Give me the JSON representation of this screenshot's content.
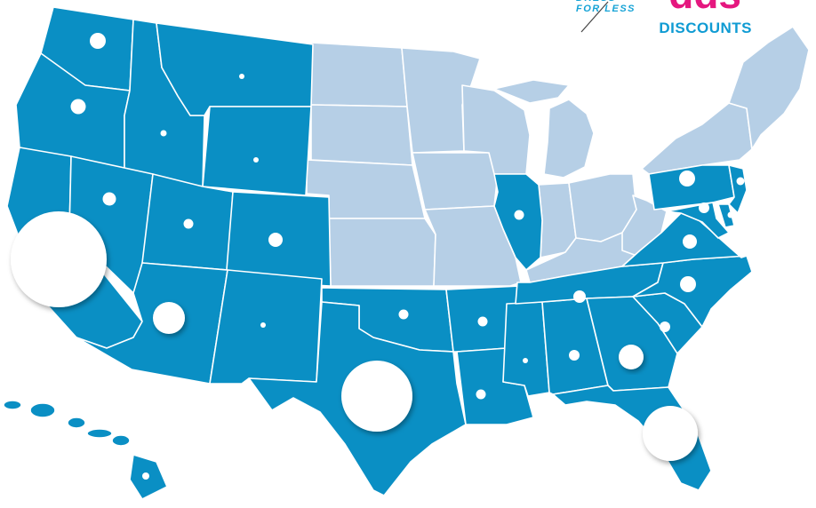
{
  "logo": {
    "tagline": "DRESS FOR LESS",
    "brand": "dds",
    "subtitle": "DISCOUNTS",
    "brand_color": "#e5177f",
    "accent_color": "#0f9bd3"
  },
  "colors": {
    "active_state": "#0a8fc4",
    "inactive_state": "#b6cfe6",
    "marker": "#ffffff",
    "border": "#ffffff"
  },
  "states": [
    {
      "id": "washington",
      "active": true
    },
    {
      "id": "oregon",
      "active": true
    },
    {
      "id": "california",
      "active": true
    },
    {
      "id": "idaho",
      "active": true
    },
    {
      "id": "nevada",
      "active": true
    },
    {
      "id": "montana",
      "active": true
    },
    {
      "id": "wyoming",
      "active": true
    },
    {
      "id": "utah",
      "active": true
    },
    {
      "id": "arizona",
      "active": true
    },
    {
      "id": "colorado",
      "active": true
    },
    {
      "id": "new-mexico",
      "active": true
    },
    {
      "id": "texas",
      "active": true
    },
    {
      "id": "oklahoma",
      "active": true
    },
    {
      "id": "arkansas",
      "active": true
    },
    {
      "id": "louisiana",
      "active": true
    },
    {
      "id": "mississippi",
      "active": true
    },
    {
      "id": "alabama",
      "active": true
    },
    {
      "id": "georgia",
      "active": true
    },
    {
      "id": "florida",
      "active": true
    },
    {
      "id": "south-carolina",
      "active": true
    },
    {
      "id": "north-carolina",
      "active": true
    },
    {
      "id": "tennessee",
      "active": true
    },
    {
      "id": "virginia",
      "active": true
    },
    {
      "id": "maryland",
      "active": true
    },
    {
      "id": "delaware",
      "active": true
    },
    {
      "id": "new-jersey",
      "active": true
    },
    {
      "id": "pennsylvania",
      "active": true
    },
    {
      "id": "illinois",
      "active": true
    },
    {
      "id": "hawaii",
      "active": true
    },
    {
      "id": "north-dakota",
      "active": false
    },
    {
      "id": "south-dakota",
      "active": false
    },
    {
      "id": "nebraska",
      "active": false
    },
    {
      "id": "kansas",
      "active": false
    },
    {
      "id": "minnesota",
      "active": false
    },
    {
      "id": "iowa",
      "active": false
    },
    {
      "id": "missouri",
      "active": false
    },
    {
      "id": "wisconsin",
      "active": false
    },
    {
      "id": "michigan",
      "active": false
    },
    {
      "id": "indiana",
      "active": false
    },
    {
      "id": "ohio",
      "active": false
    },
    {
      "id": "kentucky",
      "active": false
    },
    {
      "id": "west-virginia",
      "active": false
    },
    {
      "id": "new-york",
      "active": false
    },
    {
      "id": "new-england",
      "active": false
    }
  ]
}
